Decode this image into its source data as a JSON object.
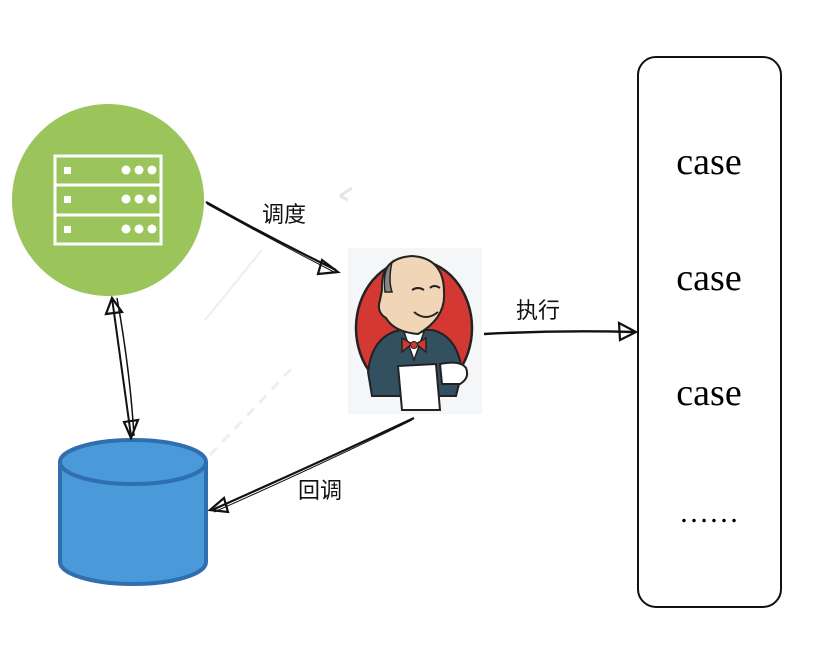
{
  "diagram": {
    "nodes": {
      "server": {
        "label": "server-icon",
        "color": "#9bc45a"
      },
      "jenkins": {
        "label": "jenkins-logo",
        "color": "#d33833"
      },
      "database": {
        "label": "database-icon",
        "color": "#4a9ada",
        "stroke": "#2f6eaf"
      },
      "case_list": {
        "items": [
          "case",
          "case",
          "case"
        ],
        "ellipsis": "……"
      }
    },
    "edges": {
      "dispatch": {
        "label": "调度",
        "from": "server",
        "to": "jenkins"
      },
      "execute": {
        "label": "执行",
        "from": "jenkins",
        "to": "case_list"
      },
      "callback": {
        "label": "回调",
        "from": "jenkins",
        "to": "database"
      },
      "sync": {
        "label": "",
        "from": "server",
        "to": "database",
        "bidirectional": true
      }
    }
  }
}
